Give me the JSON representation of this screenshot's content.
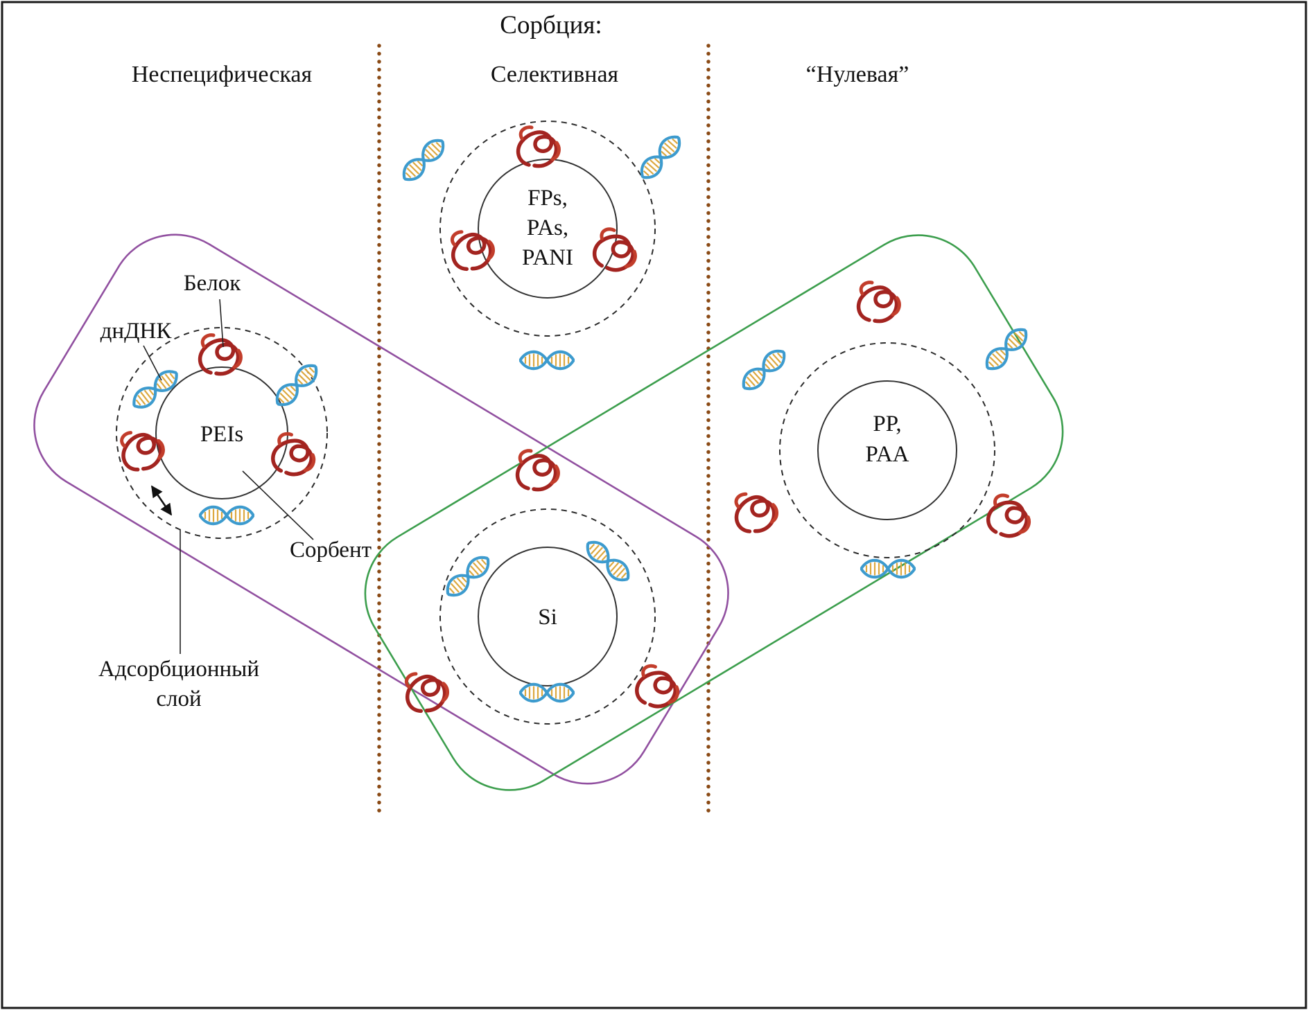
{
  "title": "Сорбция:",
  "columns": {
    "nonspecific": "Неспецифическая",
    "selective": "Селективная",
    "zero": "“Нулевая”"
  },
  "particles": {
    "pei": {
      "label": "PEIs"
    },
    "fps": {
      "line1": "FPs,",
      "line2": "PAs,",
      "line3": "PANI"
    },
    "si": {
      "label": "Si"
    },
    "pp": {
      "line1": "PP,",
      "line2": "PAA"
    }
  },
  "annotations": {
    "protein_label": "Белок",
    "dna_label": "днДНК",
    "sorbent_label": "Сорбент",
    "adsorption_layer_line1": "Адсорбционный",
    "adsorption_layer_line2": "слой"
  },
  "icons": {
    "protein": "protein-icon",
    "dna": "dna-icon"
  },
  "colors": {
    "nonspecific_outline": "#9150a0",
    "zero_outline": "#3c9e4d",
    "separator": "#8a4a15",
    "protein": "#a32420",
    "protein_accent": "#c23d2b",
    "dna": "#3d9bce",
    "dna_rung": "#dca83f",
    "border": "#1a1a1a"
  }
}
